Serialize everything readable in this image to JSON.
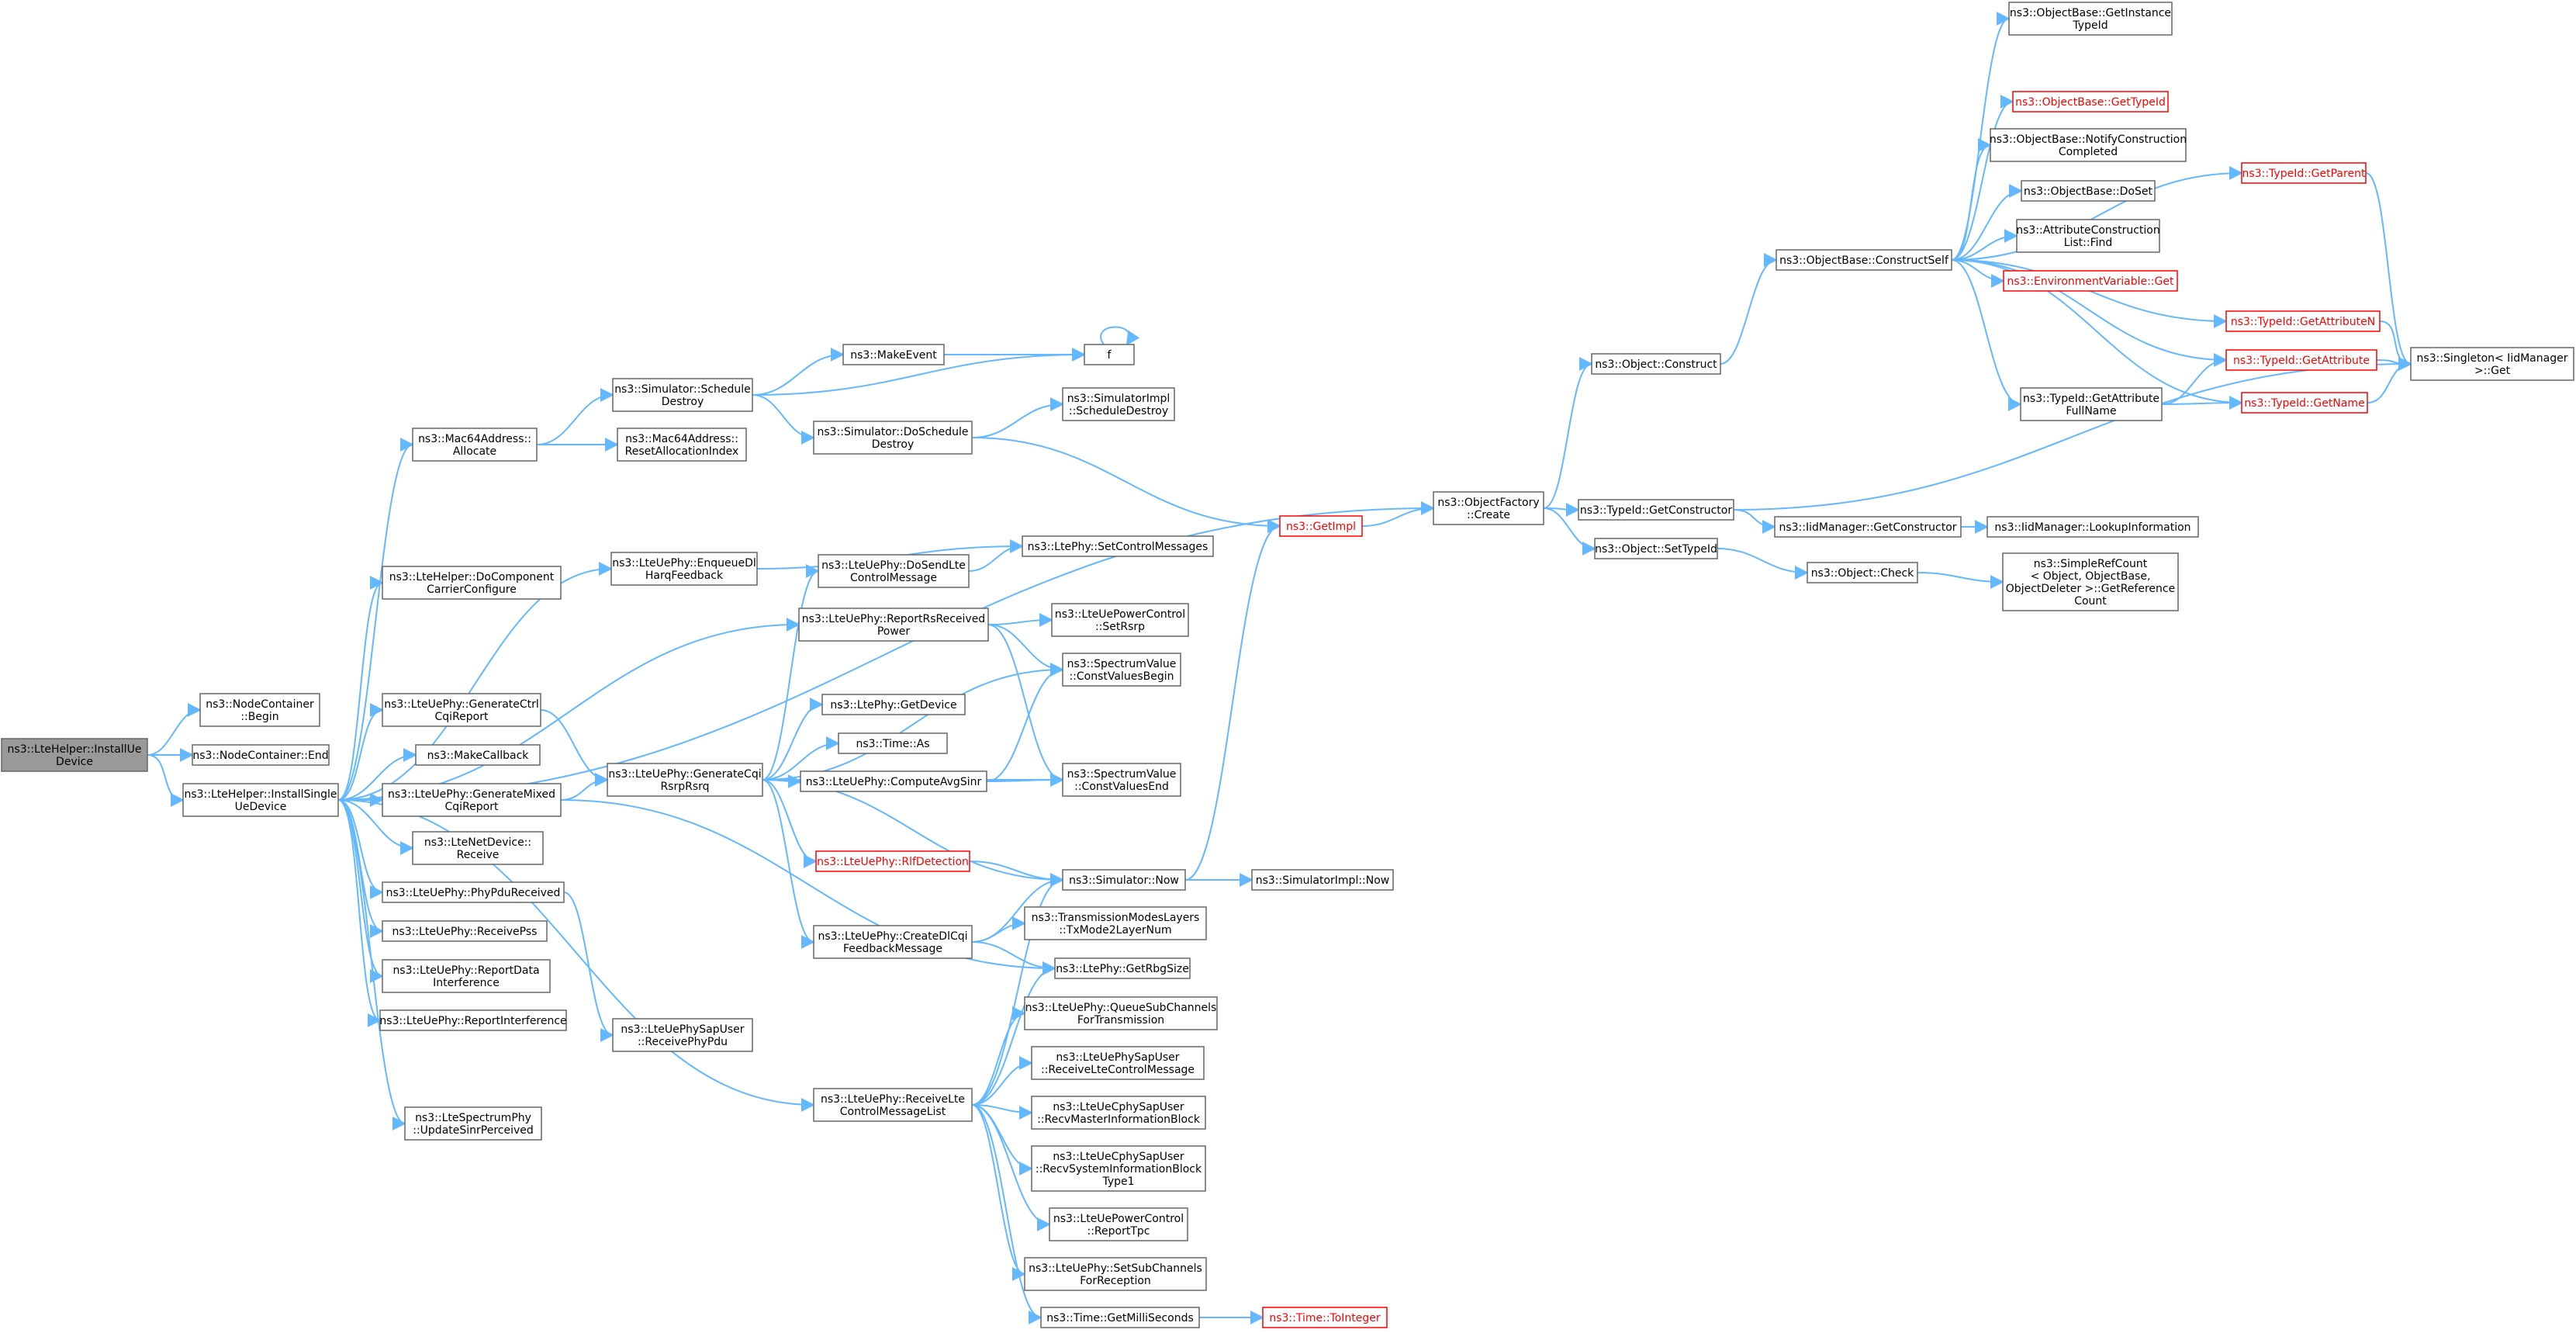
{
  "colors": {
    "edge": "#63b8ff",
    "node_border": "#666666",
    "node_fill": "#ffffff",
    "root_fill": "#999999",
    "incomplete_border": "#ff0000"
  },
  "nodes": {
    "installUeDevice": {
      "lines": [
        "ns3::LteHelper::InstallUe",
        "Device"
      ],
      "style": "root"
    },
    "ncBegin": {
      "lines": [
        "ns3::NodeContainer",
        "::Begin"
      ]
    },
    "ncEnd": {
      "lines": [
        "ns3::NodeContainer::End"
      ]
    },
    "installSingle": {
      "lines": [
        "ns3::LteHelper::InstallSingle",
        "UeDevice"
      ]
    },
    "macAllocate": {
      "lines": [
        "ns3::Mac64Address::",
        "Allocate"
      ]
    },
    "doComponent": {
      "lines": [
        "ns3::LteHelper::DoComponent",
        "CarrierConfigure"
      ]
    },
    "genCtrlCqi": {
      "lines": [
        "ns3::LteUePhy::GenerateCtrl",
        "CqiReport"
      ]
    },
    "makeCallback": {
      "lines": [
        "ns3::MakeCallback"
      ]
    },
    "genMixedCqi": {
      "lines": [
        "ns3::LteUePhy::GenerateMixed",
        "CqiReport"
      ]
    },
    "netDevReceive": {
      "lines": [
        "ns3::LteNetDevice::",
        "Receive"
      ]
    },
    "phyPduReceived": {
      "lines": [
        "ns3::LteUePhy::PhyPduReceived"
      ]
    },
    "receivePss": {
      "lines": [
        "ns3::LteUePhy::ReceivePss"
      ]
    },
    "reportDataInterf": {
      "lines": [
        "ns3::LteUePhy::ReportData",
        "Interference"
      ]
    },
    "reportInterf": {
      "lines": [
        "ns3::LteUePhy::ReportInterference"
      ]
    },
    "updateSinr": {
      "lines": [
        "ns3::LteSpectrumPhy",
        "::UpdateSinrPerceived"
      ]
    },
    "simScheduleDestroy": {
      "lines": [
        "ns3::Simulator::Schedule",
        "Destroy"
      ]
    },
    "resetAllocIdx": {
      "lines": [
        "ns3::Mac64Address::",
        "ResetAllocationIndex"
      ]
    },
    "enqueueDl": {
      "lines": [
        "ns3::LteUePhy::EnqueueDl",
        "HarqFeedback"
      ]
    },
    "genCqiRsrp": {
      "lines": [
        "ns3::LteUePhy::GenerateCqi",
        "RsrpRsrq"
      ]
    },
    "phySapReceive": {
      "lines": [
        "ns3::LteUePhySapUser",
        "::ReceivePhyPdu"
      ]
    },
    "makeEvent": {
      "lines": [
        "ns3::MakeEvent"
      ]
    },
    "simDoSchedule": {
      "lines": [
        "ns3::Simulator::DoSchedule",
        "Destroy"
      ]
    },
    "doSendLte": {
      "lines": [
        "ns3::LteUePhy::DoSendLte",
        "ControlMessage"
      ]
    },
    "reportRs": {
      "lines": [
        "ns3::LteUePhy::ReportRsReceived",
        "Power"
      ]
    },
    "ltePhyGetDevice": {
      "lines": [
        "ns3::LtePhy::GetDevice"
      ]
    },
    "timeAs": {
      "lines": [
        "ns3::Time::As"
      ]
    },
    "computeAvgSinr": {
      "lines": [
        "ns3::LteUePhy::ComputeAvgSinr"
      ]
    },
    "rlfDetection": {
      "lines": [
        "ns3::LteUePhy::RlfDetection"
      ],
      "style": "red"
    },
    "createDlCqi": {
      "lines": [
        "ns3::LteUePhy::CreateDlCqi",
        "FeedbackMessage"
      ]
    },
    "receiveLteCtrl": {
      "lines": [
        "ns3::LteUePhy::ReceiveLte",
        "ControlMessageList"
      ]
    },
    "f": {
      "lines": [
        "f"
      ]
    },
    "simImplSched": {
      "lines": [
        "ns3::SimulatorImpl",
        "::ScheduleDestroy"
      ]
    },
    "setCtrlMsgs": {
      "lines": [
        "ns3::LtePhy::SetControlMessages"
      ]
    },
    "pcSetRsrp": {
      "lines": [
        "ns3::LteUePowerControl",
        "::SetRsrp"
      ]
    },
    "svBegin": {
      "lines": [
        "ns3::SpectrumValue",
        "::ConstValuesBegin"
      ]
    },
    "svEnd": {
      "lines": [
        "ns3::SpectrumValue",
        "::ConstValuesEnd"
      ]
    },
    "simNow": {
      "lines": [
        "ns3::Simulator::Now"
      ]
    },
    "txMode2": {
      "lines": [
        "ns3::TransmissionModesLayers",
        "::TxMode2LayerNum"
      ]
    },
    "getRbgSize": {
      "lines": [
        "ns3::LtePhy::GetRbgSize"
      ]
    },
    "queueSub": {
      "lines": [
        "ns3::LteUePhy::QueueSubChannels",
        "ForTransmission"
      ]
    },
    "recvLteCtrlMsg": {
      "lines": [
        "ns3::LteUePhySapUser",
        "::ReceiveLteControlMessage"
      ]
    },
    "recvMib": {
      "lines": [
        "ns3::LteUeCphySapUser",
        "::RecvMasterInformationBlock"
      ]
    },
    "recvSib": {
      "lines": [
        "ns3::LteUeCphySapUser",
        "::RecvSystemInformationBlock",
        "Type1"
      ]
    },
    "reportTpc": {
      "lines": [
        "ns3::LteUePowerControl",
        "::ReportTpc"
      ]
    },
    "setSubRecv": {
      "lines": [
        "ns3::LteUePhy::SetSubChannels",
        "ForReception"
      ]
    },
    "getMilli": {
      "lines": [
        "ns3::Time::GetMilliSeconds"
      ]
    },
    "simImplNow": {
      "lines": [
        "ns3::SimulatorImpl::Now"
      ]
    },
    "toInteger": {
      "lines": [
        "ns3::Time::ToInteger"
      ],
      "style": "red"
    },
    "getImpl": {
      "lines": [
        "ns3::GetImpl"
      ],
      "style": "red"
    },
    "ofCreate": {
      "lines": [
        "ns3::ObjectFactory",
        "::Create"
      ]
    },
    "objConstruct": {
      "lines": [
        "ns3::Object::Construct"
      ]
    },
    "tidGetCtor": {
      "lines": [
        "ns3::TypeId::GetConstructor"
      ]
    },
    "objSetTypeId": {
      "lines": [
        "ns3::Object::SetTypeId"
      ]
    },
    "iidGetCtor": {
      "lines": [
        "ns3::IidManager::GetConstructor"
      ]
    },
    "iidLookup": {
      "lines": [
        "ns3::IidManager::LookupInformation"
      ]
    },
    "objCheck": {
      "lines": [
        "ns3::Object::Check"
      ]
    },
    "simpleRef": {
      "lines": [
        "ns3::SimpleRefCount",
        "< Object, ObjectBase,",
        "ObjectDeleter >::GetReference",
        "Count"
      ]
    },
    "constructSelf": {
      "lines": [
        "ns3::ObjectBase::ConstructSelf"
      ]
    },
    "getInstanceTid": {
      "lines": [
        "ns3::ObjectBase::GetInstance",
        "TypeId"
      ]
    },
    "obGetTypeId": {
      "lines": [
        "ns3::ObjectBase::GetTypeId"
      ],
      "style": "red"
    },
    "notifyConstr": {
      "lines": [
        "ns3::ObjectBase::NotifyConstruction",
        "Completed"
      ]
    },
    "doSet": {
      "lines": [
        "ns3::ObjectBase::DoSet"
      ]
    },
    "attrConstrFind": {
      "lines": [
        "ns3::AttributeConstruction",
        "List::Find"
      ]
    },
    "envGet": {
      "lines": [
        "ns3::EnvironmentVariable::Get"
      ],
      "style": "red"
    },
    "tidGetParent": {
      "lines": [
        "ns3::TypeId::GetParent"
      ],
      "style": "red"
    },
    "tidGetAttrN": {
      "lines": [
        "ns3::TypeId::GetAttributeN"
      ],
      "style": "red"
    },
    "tidGetAttr": {
      "lines": [
        "ns3::TypeId::GetAttribute"
      ],
      "style": "red"
    },
    "tidGetAttrFull": {
      "lines": [
        "ns3::TypeId::GetAttribute",
        "FullName"
      ]
    },
    "tidGetName": {
      "lines": [
        "ns3::TypeId::GetName"
      ],
      "style": "red"
    },
    "singletonGet": {
      "lines": [
        "ns3::Singleton< IidManager",
        " >::Get"
      ]
    }
  }
}
